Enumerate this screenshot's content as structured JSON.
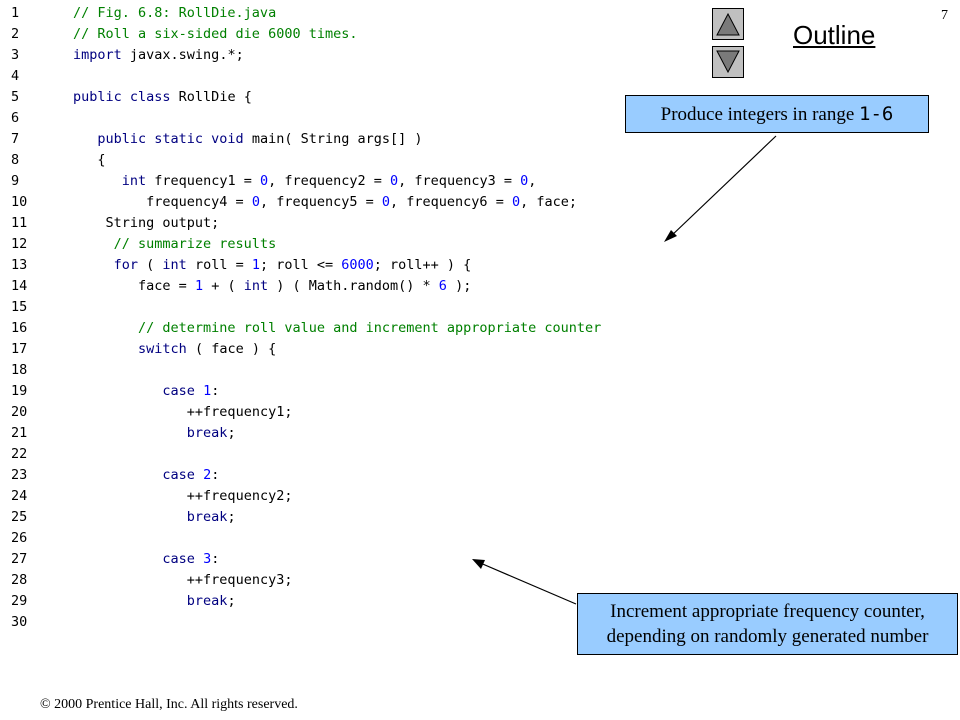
{
  "slide_number": "7",
  "outline_label": "Outline",
  "nav": {
    "up_label": "",
    "down_label": ""
  },
  "callouts": {
    "range": {
      "text": "Produce integers in range ",
      "code": "1-6"
    },
    "increment": {
      "line1": "Increment appropriate frequency counter,",
      "line2": "depending on randomly generated number"
    }
  },
  "code_lines": [
    {
      "num": "1",
      "indent": "",
      "tokens": [
        {
          "t": "// Fig. 6.8: RollDie.java",
          "c": "c"
        }
      ]
    },
    {
      "num": "2",
      "indent": "",
      "tokens": [
        {
          "t": "// Roll a six-sided die 6000 times.",
          "c": "c"
        }
      ]
    },
    {
      "num": "3",
      "indent": "",
      "tokens": [
        {
          "t": "import",
          "c": "k"
        },
        {
          "t": " javax.swing.*;",
          "c": "p"
        }
      ]
    },
    {
      "num": "4",
      "indent": "",
      "tokens": []
    },
    {
      "num": "5",
      "indent": "",
      "tokens": [
        {
          "t": "public class",
          "c": "k"
        },
        {
          "t": " RollDie {",
          "c": "p"
        }
      ]
    },
    {
      "num": "6",
      "indent": "",
      "tokens": []
    },
    {
      "num": "7",
      "indent": "   ",
      "tokens": [
        {
          "t": "public static void",
          "c": "k"
        },
        {
          "t": " main( String args[] )",
          "c": "p"
        }
      ]
    },
    {
      "num": "8",
      "indent": "   ",
      "tokens": [
        {
          "t": "{",
          "c": "p"
        }
      ]
    },
    {
      "num": "9",
      "indent": "      ",
      "tokens": [
        {
          "t": "int",
          "c": "k"
        },
        {
          "t": " frequency1 = ",
          "c": "p"
        },
        {
          "t": "0",
          "c": "n"
        },
        {
          "t": ", frequency2 = ",
          "c": "p"
        },
        {
          "t": "0",
          "c": "n"
        },
        {
          "t": ", frequency3 = ",
          "c": "p"
        },
        {
          "t": "0",
          "c": "n"
        },
        {
          "t": ",",
          "c": "p"
        }
      ]
    },
    {
      "num": "10",
      "indent": "         ",
      "tokens": [
        {
          "t": "frequency4 = ",
          "c": "p"
        },
        {
          "t": "0",
          "c": "n"
        },
        {
          "t": ", frequency5 = ",
          "c": "p"
        },
        {
          "t": "0",
          "c": "n"
        },
        {
          "t": ", frequency6 = ",
          "c": "p"
        },
        {
          "t": "0",
          "c": "n"
        },
        {
          "t": ", face;",
          "c": "p"
        }
      ]
    },
    {
      "num": "11",
      "indent": "    ",
      "tokens": [
        {
          "t": "String output;",
          "c": "p"
        }
      ]
    },
    {
      "num": "12",
      "indent": "     ",
      "tokens": [
        {
          "t": "// summarize results",
          "c": "c"
        }
      ]
    },
    {
      "num": "13",
      "indent": "     ",
      "tokens": [
        {
          "t": "for",
          "c": "k"
        },
        {
          "t": " ( ",
          "c": "p"
        },
        {
          "t": "int",
          "c": "k"
        },
        {
          "t": " roll = ",
          "c": "p"
        },
        {
          "t": "1",
          "c": "n"
        },
        {
          "t": "; roll <= ",
          "c": "p"
        },
        {
          "t": "6000",
          "c": "n"
        },
        {
          "t": "; roll++ ) {",
          "c": "p"
        }
      ]
    },
    {
      "num": "14",
      "indent": "        ",
      "tokens": [
        {
          "t": "face = ",
          "c": "p"
        },
        {
          "t": "1",
          "c": "n"
        },
        {
          "t": " + ( ",
          "c": "p"
        },
        {
          "t": "int",
          "c": "k"
        },
        {
          "t": " ) ( Math.random() * ",
          "c": "p"
        },
        {
          "t": "6",
          "c": "n"
        },
        {
          "t": " );",
          "c": "p"
        }
      ]
    },
    {
      "num": "15",
      "indent": "",
      "tokens": []
    },
    {
      "num": "16",
      "indent": "        ",
      "tokens": [
        {
          "t": "// determine roll value and increment appropriate counter",
          "c": "c"
        }
      ]
    },
    {
      "num": "17",
      "indent": "        ",
      "tokens": [
        {
          "t": "switch",
          "c": "k"
        },
        {
          "t": " ( face ) {",
          "c": "p"
        }
      ]
    },
    {
      "num": "18",
      "indent": "",
      "tokens": []
    },
    {
      "num": "19",
      "indent": "           ",
      "tokens": [
        {
          "t": "case",
          "c": "k"
        },
        {
          "t": " ",
          "c": "p"
        },
        {
          "t": "1",
          "c": "n"
        },
        {
          "t": ":",
          "c": "p"
        }
      ]
    },
    {
      "num": "20",
      "indent": "              ",
      "tokens": [
        {
          "t": "++frequency1;",
          "c": "p"
        }
      ]
    },
    {
      "num": "21",
      "indent": "              ",
      "tokens": [
        {
          "t": "break",
          "c": "k"
        },
        {
          "t": ";",
          "c": "p"
        }
      ]
    },
    {
      "num": "22",
      "indent": "",
      "tokens": []
    },
    {
      "num": "23",
      "indent": "           ",
      "tokens": [
        {
          "t": "case",
          "c": "k"
        },
        {
          "t": " ",
          "c": "p"
        },
        {
          "t": "2",
          "c": "n"
        },
        {
          "t": ":",
          "c": "p"
        }
      ]
    },
    {
      "num": "24",
      "indent": "              ",
      "tokens": [
        {
          "t": "++frequency2;",
          "c": "p"
        }
      ]
    },
    {
      "num": "25",
      "indent": "              ",
      "tokens": [
        {
          "t": "break",
          "c": "k"
        },
        {
          "t": ";",
          "c": "p"
        }
      ]
    },
    {
      "num": "26",
      "indent": "",
      "tokens": []
    },
    {
      "num": "27",
      "indent": "           ",
      "tokens": [
        {
          "t": "case",
          "c": "k"
        },
        {
          "t": " ",
          "c": "p"
        },
        {
          "t": "3",
          "c": "n"
        },
        {
          "t": ":",
          "c": "p"
        }
      ]
    },
    {
      "num": "28",
      "indent": "              ",
      "tokens": [
        {
          "t": "++frequency3;",
          "c": "p"
        }
      ]
    },
    {
      "num": "29",
      "indent": "              ",
      "tokens": [
        {
          "t": "break",
          "c": "k"
        },
        {
          "t": ";",
          "c": "p"
        }
      ]
    },
    {
      "num": "30",
      "indent": "",
      "tokens": []
    }
  ],
  "footer": "© 2000 Prentice Hall, Inc.  All rights reserved.",
  "colors": {
    "callout_bg": "#99ccff",
    "keyword": "#000080",
    "comment": "#008000",
    "number": "#0000ff",
    "nav_button": "#c0c0c0"
  }
}
